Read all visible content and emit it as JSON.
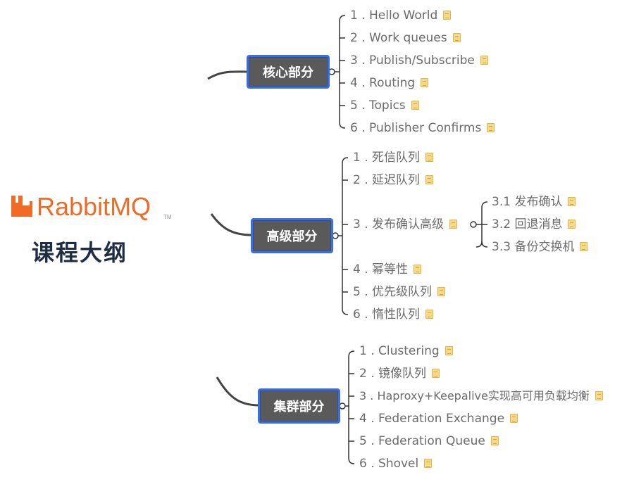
{
  "brand": {
    "logo_text": "RabbitMQ",
    "logo_tm": "TM",
    "course_title": "课程大纲",
    "logo_color": "#f06c26"
  },
  "branches": {
    "core": {
      "label": "核心部分",
      "items": [
        "1 . Hello World",
        "2 . Work queues",
        "3 . Publish/Subscribe",
        "4 . Routing",
        "5 . Topics",
        "6 . Publisher Confirms"
      ]
    },
    "advanced": {
      "label": "高级部分",
      "items": [
        "1 . 死信队列",
        "2 . 延迟队列",
        "3 . 发布确认高级",
        "4 . 幂等性",
        "5 . 优先级队列",
        "6 . 惰性队列"
      ],
      "sub_items": [
        "3.1 发布确认",
        "3.2 回退消息",
        "3.3 备份交换机"
      ]
    },
    "cluster": {
      "label": "集群部分",
      "items": [
        "1 . Clustering",
        "2 . 镜像队列",
        "3 . Haproxy+Keepalive实现高可用负载均衡",
        "4 . Federation Exchange",
        "5 . Federation Queue",
        "6 . Shovel"
      ]
    }
  },
  "colors": {
    "branch_fill": "#5a5a5a",
    "branch_border": "#3c6fd8",
    "connector": "#444444",
    "leaf_text": "#6b6b6b",
    "note_icon": "#f6d98c"
  },
  "icons": {
    "leaf_note": "note-icon",
    "branch_collapse": "collapse-circle-icon"
  }
}
